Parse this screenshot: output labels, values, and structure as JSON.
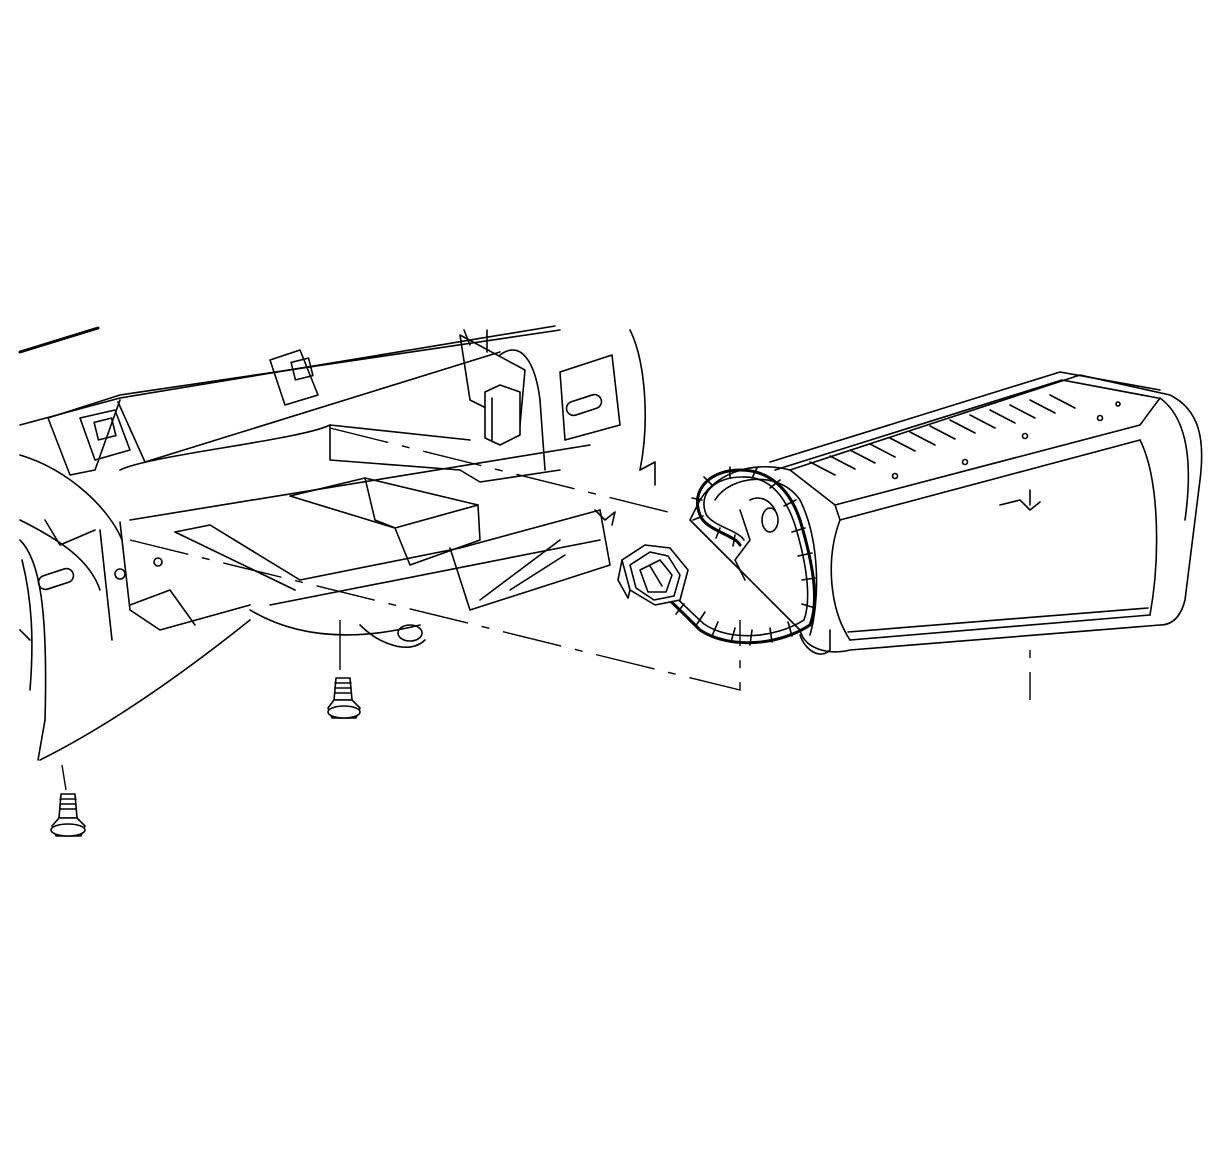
{
  "figure": {
    "colors": {
      "line": "#000000",
      "background": "#ffffff"
    },
    "parts": [
      "instrument-panel",
      "glove-box-opening",
      "inflatable-restraint-module",
      "module-wiring-harness",
      "harness-connector",
      "module-bolt-left",
      "module-bolt-center"
    ]
  }
}
